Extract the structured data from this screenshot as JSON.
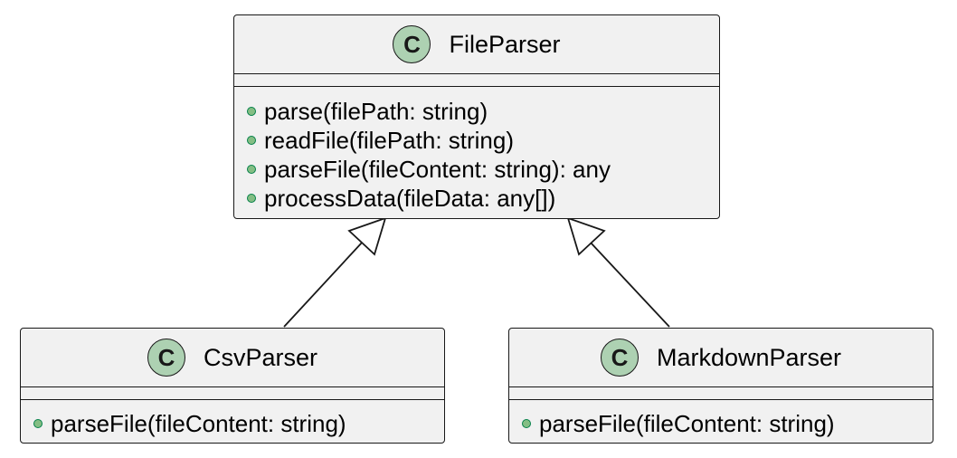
{
  "classes": {
    "file_parser": {
      "stereotype": "C",
      "name": "FileParser",
      "methods": [
        "parse(filePath: string)",
        "readFile(filePath: string)",
        "parseFile(fileContent: string): any",
        "processData(fileData: any[])"
      ]
    },
    "csv_parser": {
      "stereotype": "C",
      "name": "CsvParser",
      "methods": [
        "parseFile(fileContent: string)"
      ]
    },
    "markdown_parser": {
      "stereotype": "C",
      "name": "MarkdownParser",
      "methods": [
        "parseFile(fileContent: string)"
      ]
    }
  },
  "relations": [
    {
      "from": "CsvParser",
      "to": "FileParser",
      "type": "inheritance"
    },
    {
      "from": "MarkdownParser",
      "to": "FileParser",
      "type": "inheritance"
    }
  ],
  "colors": {
    "class_fill": "#f1f1f1",
    "stereotype_fill": "#add1b2",
    "public_method_icon": "#84be84",
    "border": "#181818"
  }
}
